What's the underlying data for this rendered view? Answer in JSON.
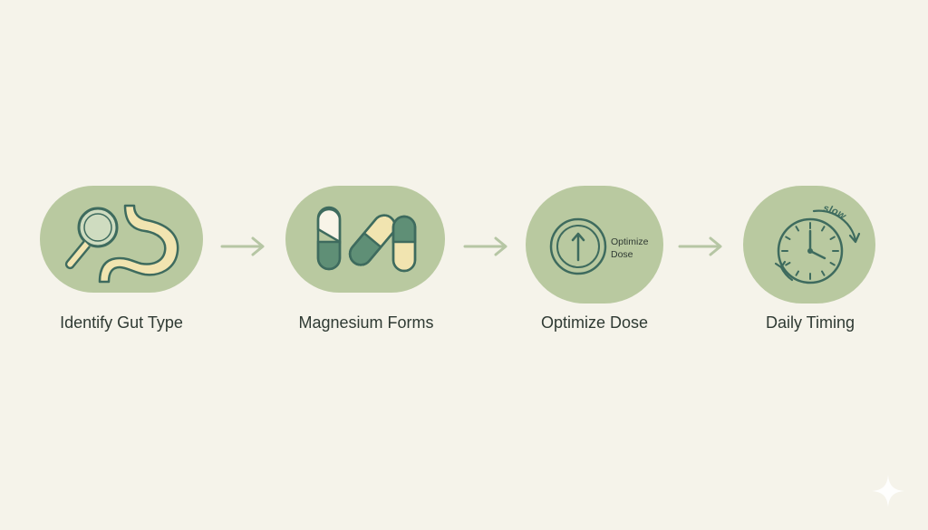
{
  "steps": [
    {
      "label": "Identify Gut Type",
      "icon": "magnifier-stomach-icon"
    },
    {
      "label": "Magnesium Forms",
      "icon": "capsules-icon"
    },
    {
      "label": "Optimize Dose",
      "icon": "dose-dial-icon",
      "inner_text_line1": "Optimize",
      "inner_text_line2": "Dose"
    },
    {
      "label": "Daily Timing",
      "icon": "clock-slow-icon",
      "inner_text": "slow"
    }
  ],
  "colors": {
    "background": "#f5f3ea",
    "blob": "#b9c9a0",
    "stroke": "#3e6b5e",
    "cream_fill": "#f1e4b0",
    "arrow": "#b6c6a4",
    "text": "#2f3a33"
  }
}
